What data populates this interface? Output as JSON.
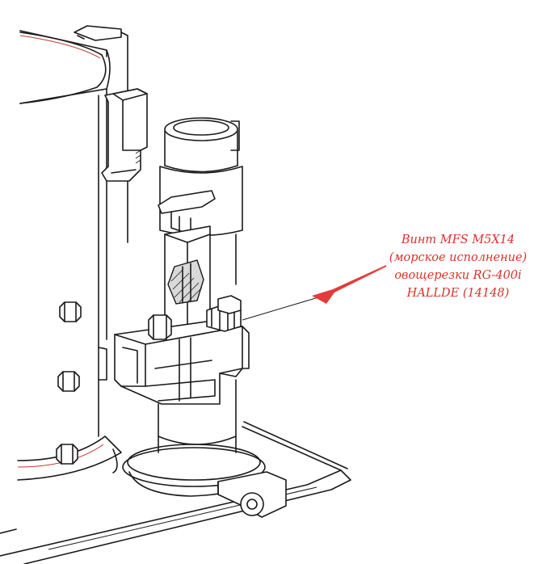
{
  "callout": {
    "lines": [
      "Винт MFS M5X14",
      "(морское исполнение)",
      "овощерезки RG-400i",
      "HALLDE (14148)"
    ],
    "text_color": "#d9322b"
  },
  "colors": {
    "line": "#1a1a1a",
    "arrow": "#e23b3b",
    "accent_red": "#c0392b",
    "background": "#ffffff"
  }
}
